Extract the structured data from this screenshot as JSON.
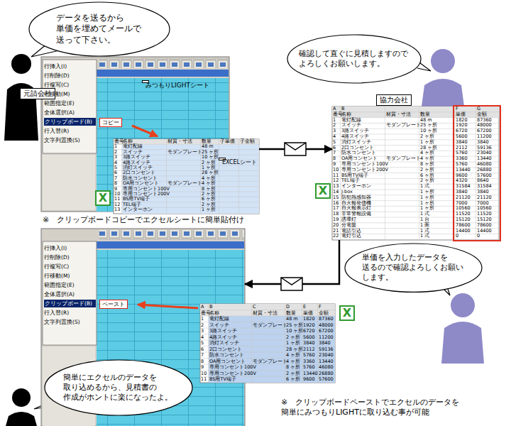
{
  "diagram": {
    "nodes": [
      {
        "text": [
          "データを送るから 単価を埋めてメールで 送って下さい。"
        ]
      },
      {
        "text": [
          "元請会社"
        ]
      },
      {
        "text": [
          "行挿入(I)",
          "行削除(D)",
          "行複写(C)",
          "行移動(M)",
          "範囲指定(E)",
          "全体選択(A)",
          "クリップボード(B)",
          "コピー",
          "行入替(R)",
          "文字列置換(S)"
        ]
      },
      {
        "text": [
          "みつもりLIGHTシート"
        ],
        "in": 2
      },
      {
        "text": [
          "番号",
          "名称",
          "材質・寸法",
          "数量",
          "子単価",
          "子金額",
          "1",
          "電灯配線",
          "48 m",
          "2",
          "スイッチ",
          "モダンプレート",
          "25 ヶ所",
          "3",
          "3路スイッチ",
          "10 ヶ所",
          "4",
          "4路スイッチ",
          "2 ヶ所",
          "5",
          "消灯スイッチ",
          "1 ヶ所",
          "6",
          "2口コンセント",
          "28 ヶ所",
          "7",
          "防水コンセント",
          "4 ヶ所",
          "8",
          "OA用コンセント",
          "モダンプレート",
          "4 ヶ所",
          "9",
          "専用コンセント100V",
          "8 ヶ所",
          "10",
          "専用コンセント200V",
          "2 ヶ所",
          "11",
          "BS用TV端子",
          "6 ヶ所",
          "12",
          "TEL端子",
          "2 ヶ所",
          "13",
          "インターホン",
          "1 ヶ所"
        ]
      },
      {
        "text": [
          "EXCELシート"
        ],
        "in": 4
      },
      {
        "text": [
          "確認して直ぐに見積しますので よろしくお願いします。"
        ]
      },
      {
        "text": [
          "協力会社"
        ]
      },
      {
        "text": [
          "A",
          "B",
          "F",
          "G",
          "番号",
          "名称",
          "材質・寸法",
          "数量",
          "単価",
          "金額",
          "1",
          "電灯配線",
          "48 m",
          "1820",
          "87360",
          "2",
          "スイッチ",
          "モダンプレート",
          "25 ヶ所",
          "1920",
          "48000",
          "3",
          "3路スイッチ",
          "10 ヶ所",
          "6720",
          "67200",
          "4",
          "4路スイッチ",
          "2 ヶ所",
          "5600",
          "11200",
          "5",
          "消灯スイッチ",
          "1 ヶ所",
          "3840",
          "3840",
          "6",
          "2口コンセント",
          "28 ヶ所",
          "2112",
          "59136",
          "7",
          "防水コンセント",
          "4 ヶ所",
          "5760",
          "23040",
          "8",
          "OA用コンセント",
          "モダンプレート",
          "4 ヶ所",
          "3360",
          "13440",
          "9",
          "専用コンセント100V",
          "8 ヶ所",
          "5760",
          "46080",
          "10",
          "専用コンセント200V",
          "2 ヶ所",
          "13440",
          "26880",
          "11",
          "BS用TV端子",
          "6 ヶ所",
          "9600",
          "57600",
          "12",
          "TEL端子",
          "2 ヶ所",
          "4320",
          "8640",
          "13",
          "インターホン",
          "1 式",
          "31584",
          "31584",
          "14",
          "J-box",
          "1 ヶ所",
          "3840",
          "3840",
          "15",
          "防犯熱感知器",
          "1 ヶ所",
          "21120",
          "21120",
          "16",
          "自火報発信機",
          "1 ヶ所",
          "7000",
          "7000",
          "17",
          "自火報表示灯",
          "1 ヶ所",
          "10560",
          "10560",
          "18",
          "非常警報設備",
          "1 式",
          "11520",
          "11520",
          "19",
          "誘導灯",
          "1 台",
          "15120",
          "15120",
          "20",
          "分電盤",
          "1 面",
          "78600",
          "78600",
          "21",
          "電話引込",
          "1 式",
          "14400",
          "14400",
          "22",
          "電灯引込",
          "1 式",
          "0",
          "0"
        ]
      },
      {
        "text": [
          "単価を入力したデータを 送るので確認よろしくお願い します。"
        ]
      },
      {
        "text": [
          "行挿入(I)",
          "行削除(D)",
          "行複写(C)",
          "行移動(M)",
          "範囲指定(E)",
          "全体選択(A)",
          "クリップボード(B)",
          "ペースト",
          "行入替(R)",
          "文字列置換(S)"
        ]
      },
      {
        "text": [
          "A",
          "B",
          "C",
          "D",
          "E",
          "F",
          "番号",
          "名称",
          "材質・寸法",
          "数量",
          "単価",
          "金額",
          "1",
          "電灯配線",
          "48 m",
          "1820",
          "87360",
          "2",
          "スイッチ",
          "モダンプレート",
          "25 ヶ所",
          "1920",
          "48000",
          "3",
          "3路スイッチ",
          "10 ヶ所",
          "6720",
          "67200",
          "4",
          "4路スイッチ",
          "2 ヶ所",
          "5600",
          "11200",
          "5",
          "消灯スイッチ",
          "1 ヶ所",
          "3840",
          "3840",
          "6",
          "2口コンセント",
          "28 ヶ所",
          "2112",
          "59136",
          "7",
          "防水コンセント",
          "4 ヶ所",
          "5760",
          "23040",
          "8",
          "OA用コンセント",
          "モダンプレート",
          "4 ヶ所",
          "3360",
          "13440",
          "9",
          "専用コンセント100V",
          "8 ヶ所",
          "5760",
          "46080",
          "10",
          "専用コンセント200V",
          "2 ヶ所",
          "13440",
          "26880",
          "11",
          "BS用TV端子",
          "6 ヶ所",
          "9600",
          "57600"
        ]
      },
      {
        "text": [
          "簡単にエクセルのデータを 取り込めるから、見積書の 作成がホントに楽になったよ。"
        ]
      }
    ],
    "edges": [
      {
        "from": 4,
        "to": 8,
        "arrow": "to"
      },
      {
        "from": 8,
        "to": 10,
        "arrow": "to"
      }
    ],
    "labels": [
      "※　クリップボードコピーでエクセルシートに簡単貼付け",
      "※　クリップボードペーストでエクセルのデータを 簡単にみつもりLIGHTに取り込む事が可能",
      "X",
      "X",
      "X"
    ]
  }
}
